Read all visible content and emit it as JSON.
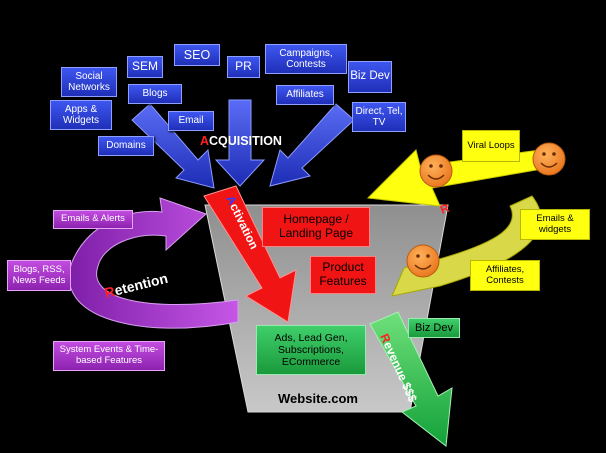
{
  "colors": {
    "acquisition": "#2a3fd6",
    "activation": "#f01414",
    "retention": "#a235c8",
    "referral": "#ffff10",
    "revenue": "#22aa44",
    "funnel": "#a8a8a8",
    "background": "#000000"
  },
  "acquisition": {
    "title_initial": "A",
    "title_rest": "CQUISITION",
    "channels": [
      {
        "id": "social",
        "label": "Social Networks"
      },
      {
        "id": "sem",
        "label": "SEM"
      },
      {
        "id": "seo",
        "label": "SEO"
      },
      {
        "id": "pr",
        "label": "PR"
      },
      {
        "id": "campaigns",
        "label": "Campaigns, Contests"
      },
      {
        "id": "bizdev",
        "label": "Biz Dev"
      },
      {
        "id": "apps",
        "label": "Apps & Widgets"
      },
      {
        "id": "blogs",
        "label": "Blogs"
      },
      {
        "id": "email",
        "label": "Email"
      },
      {
        "id": "affiliates",
        "label": "Affiliates"
      },
      {
        "id": "direct",
        "label": "Direct, Tel, TV"
      },
      {
        "id": "domains",
        "label": "Domains"
      }
    ]
  },
  "activation": {
    "title_initial": "A",
    "title_rest": "ctivation"
  },
  "funnel": {
    "homepage": "Homepage / Landing Page",
    "product": "Product Features",
    "ads": "Ads, Lead Gen, Subscriptions, ECommerce",
    "bizdev": "Biz Dev",
    "website": "Website.com"
  },
  "retention": {
    "title_initial": "R",
    "title_rest": "etention",
    "items": [
      {
        "id": "emails",
        "label": "Emails & Alerts"
      },
      {
        "id": "blogs",
        "label": "Blogs, RSS, News Feeds"
      },
      {
        "id": "system",
        "label": "System Events & Time-based Features"
      }
    ]
  },
  "referral": {
    "title_initial": "R",
    "title_rest": "EFERRAL",
    "items": [
      {
        "id": "viral",
        "label": "Viral Loops"
      },
      {
        "id": "emails",
        "label": "Emails & widgets"
      },
      {
        "id": "affiliates",
        "label": "Affiliates, Contests"
      }
    ]
  },
  "revenue": {
    "title_initial": "R",
    "title_rest": "evenue $$$"
  }
}
